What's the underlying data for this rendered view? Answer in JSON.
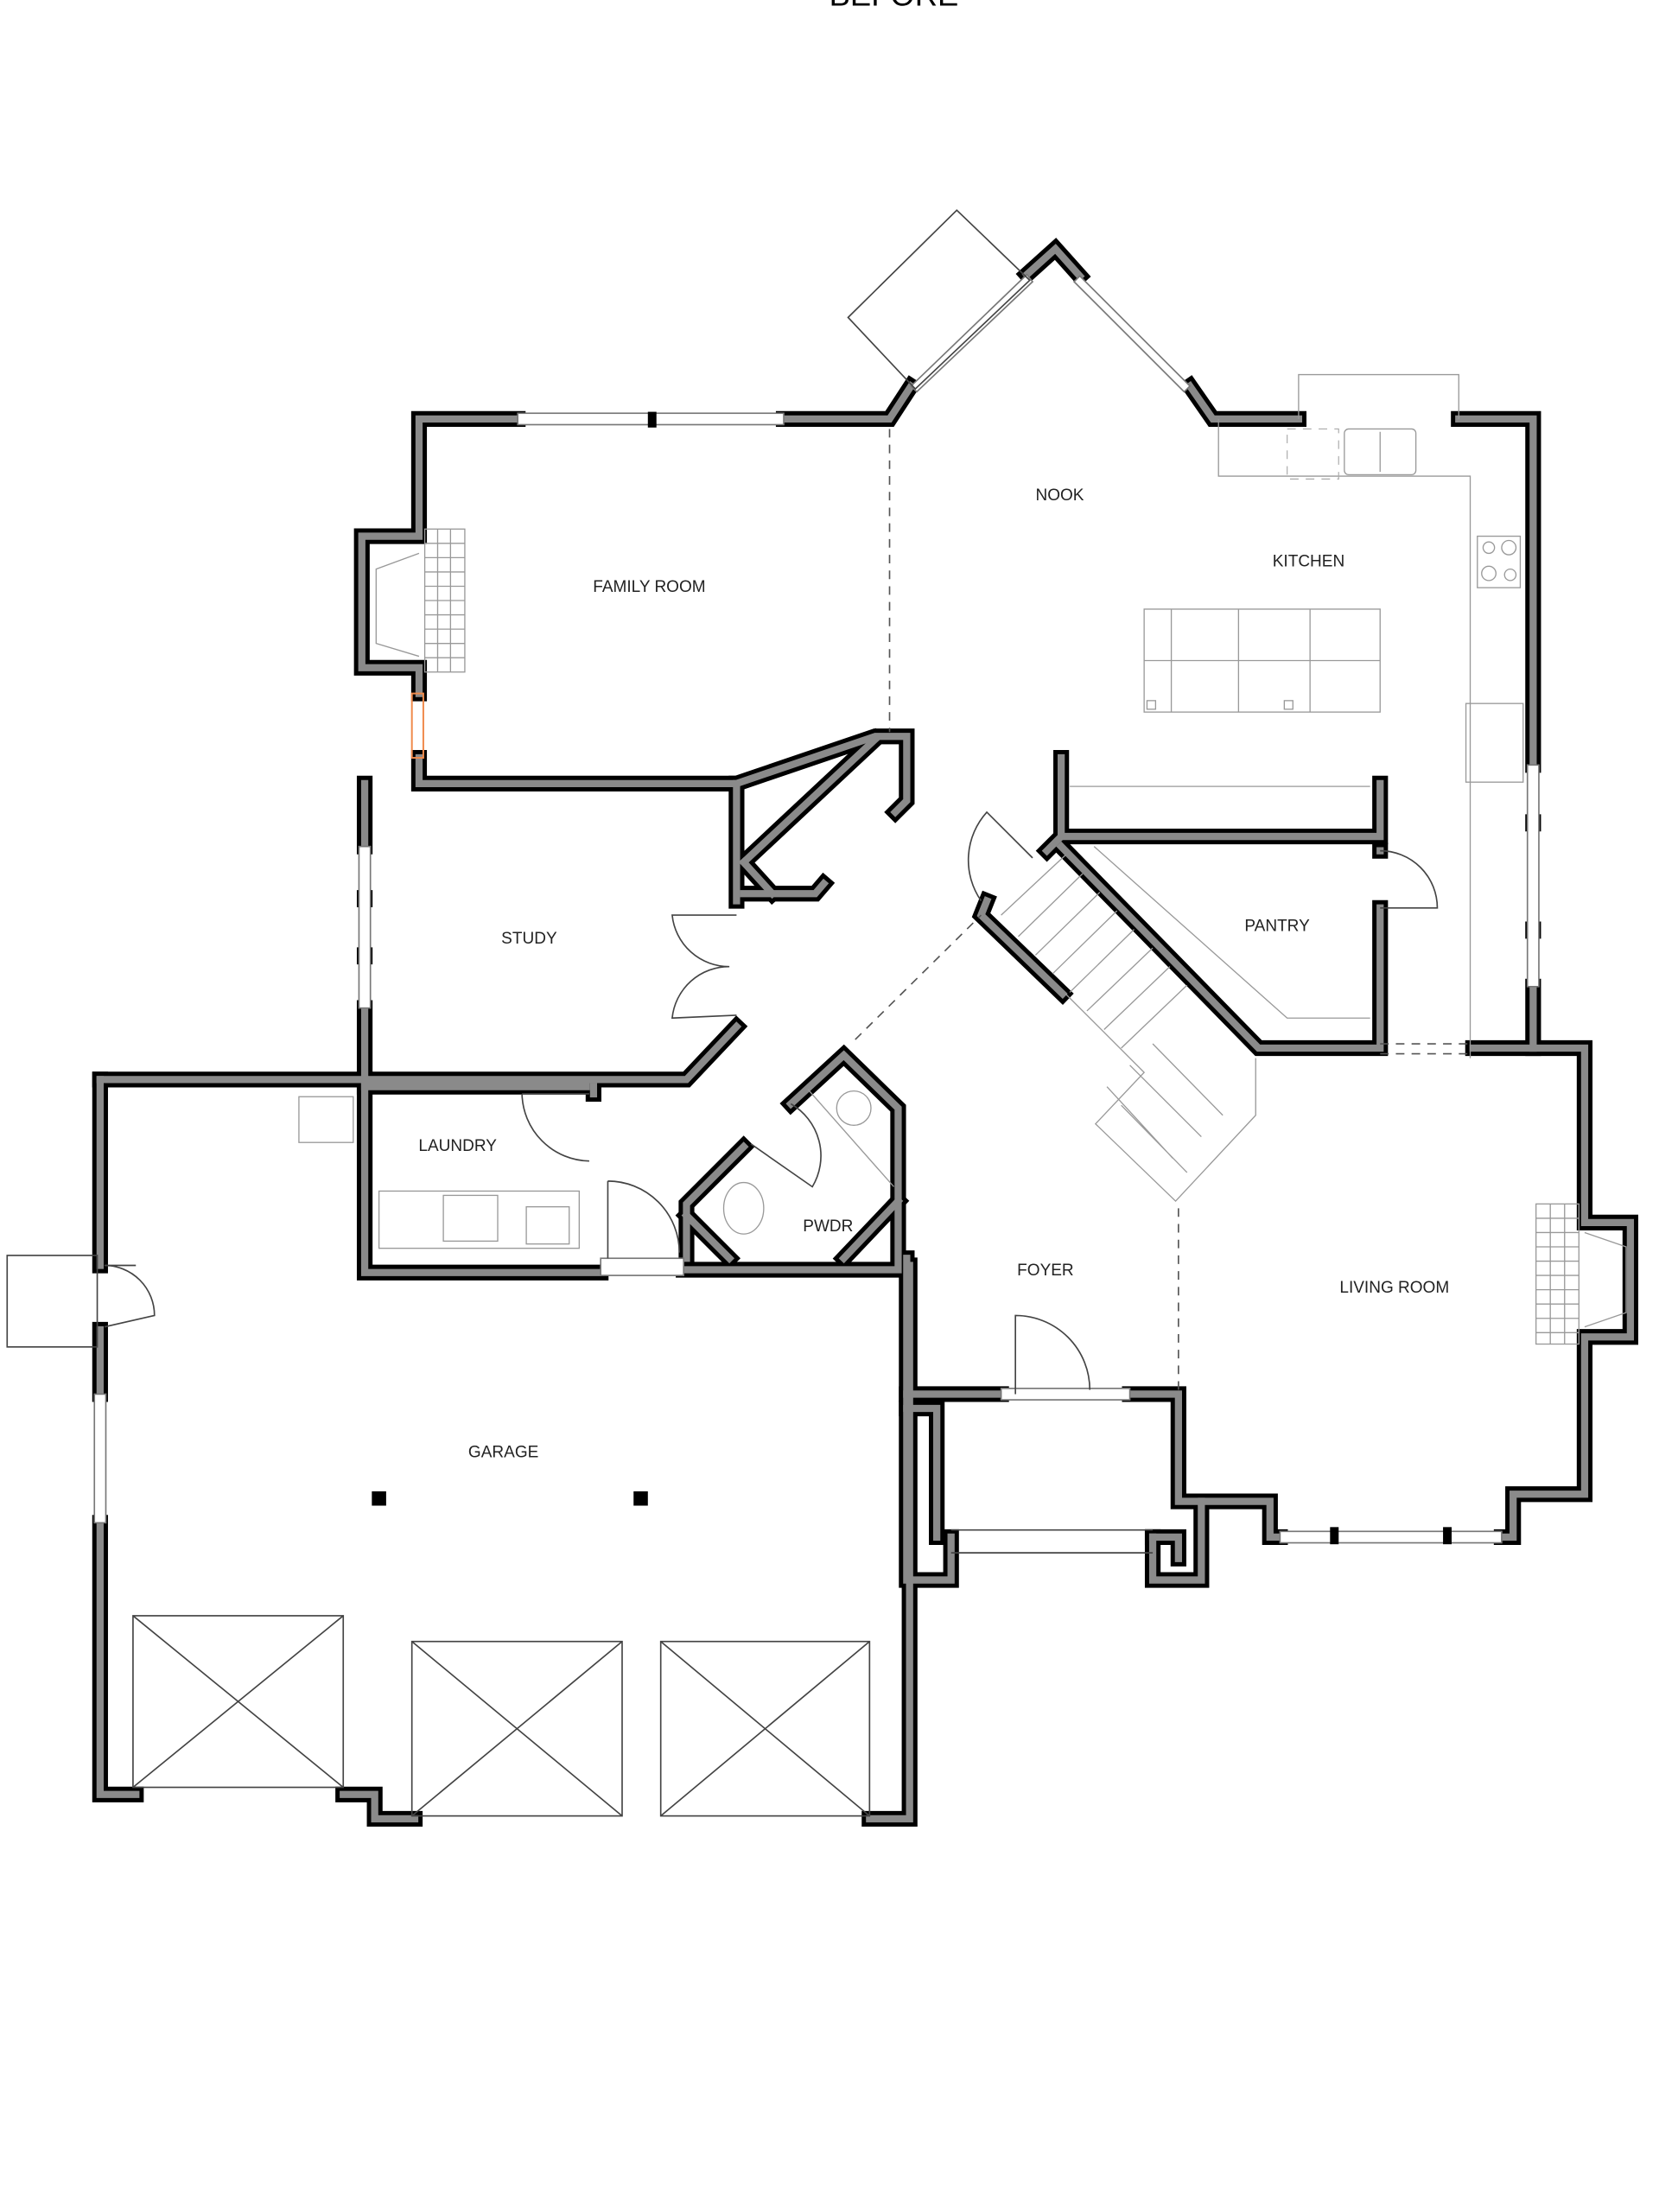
{
  "title": "BEFORE",
  "rooms": {
    "nook": "NOOK",
    "kitchen": "KITCHEN",
    "family_room": "FAMILY ROOM",
    "study": "STUDY",
    "pantry": "PANTRY",
    "laundry": "LAUNDRY",
    "powder": "PWDR",
    "foyer": "FOYER",
    "living_room": "LIVING ROOM",
    "garage": "GARAGE"
  },
  "colors": {
    "wall": "#000000",
    "wall_fill": "#8a8a8a",
    "highlight_window": "#f08a4b"
  }
}
